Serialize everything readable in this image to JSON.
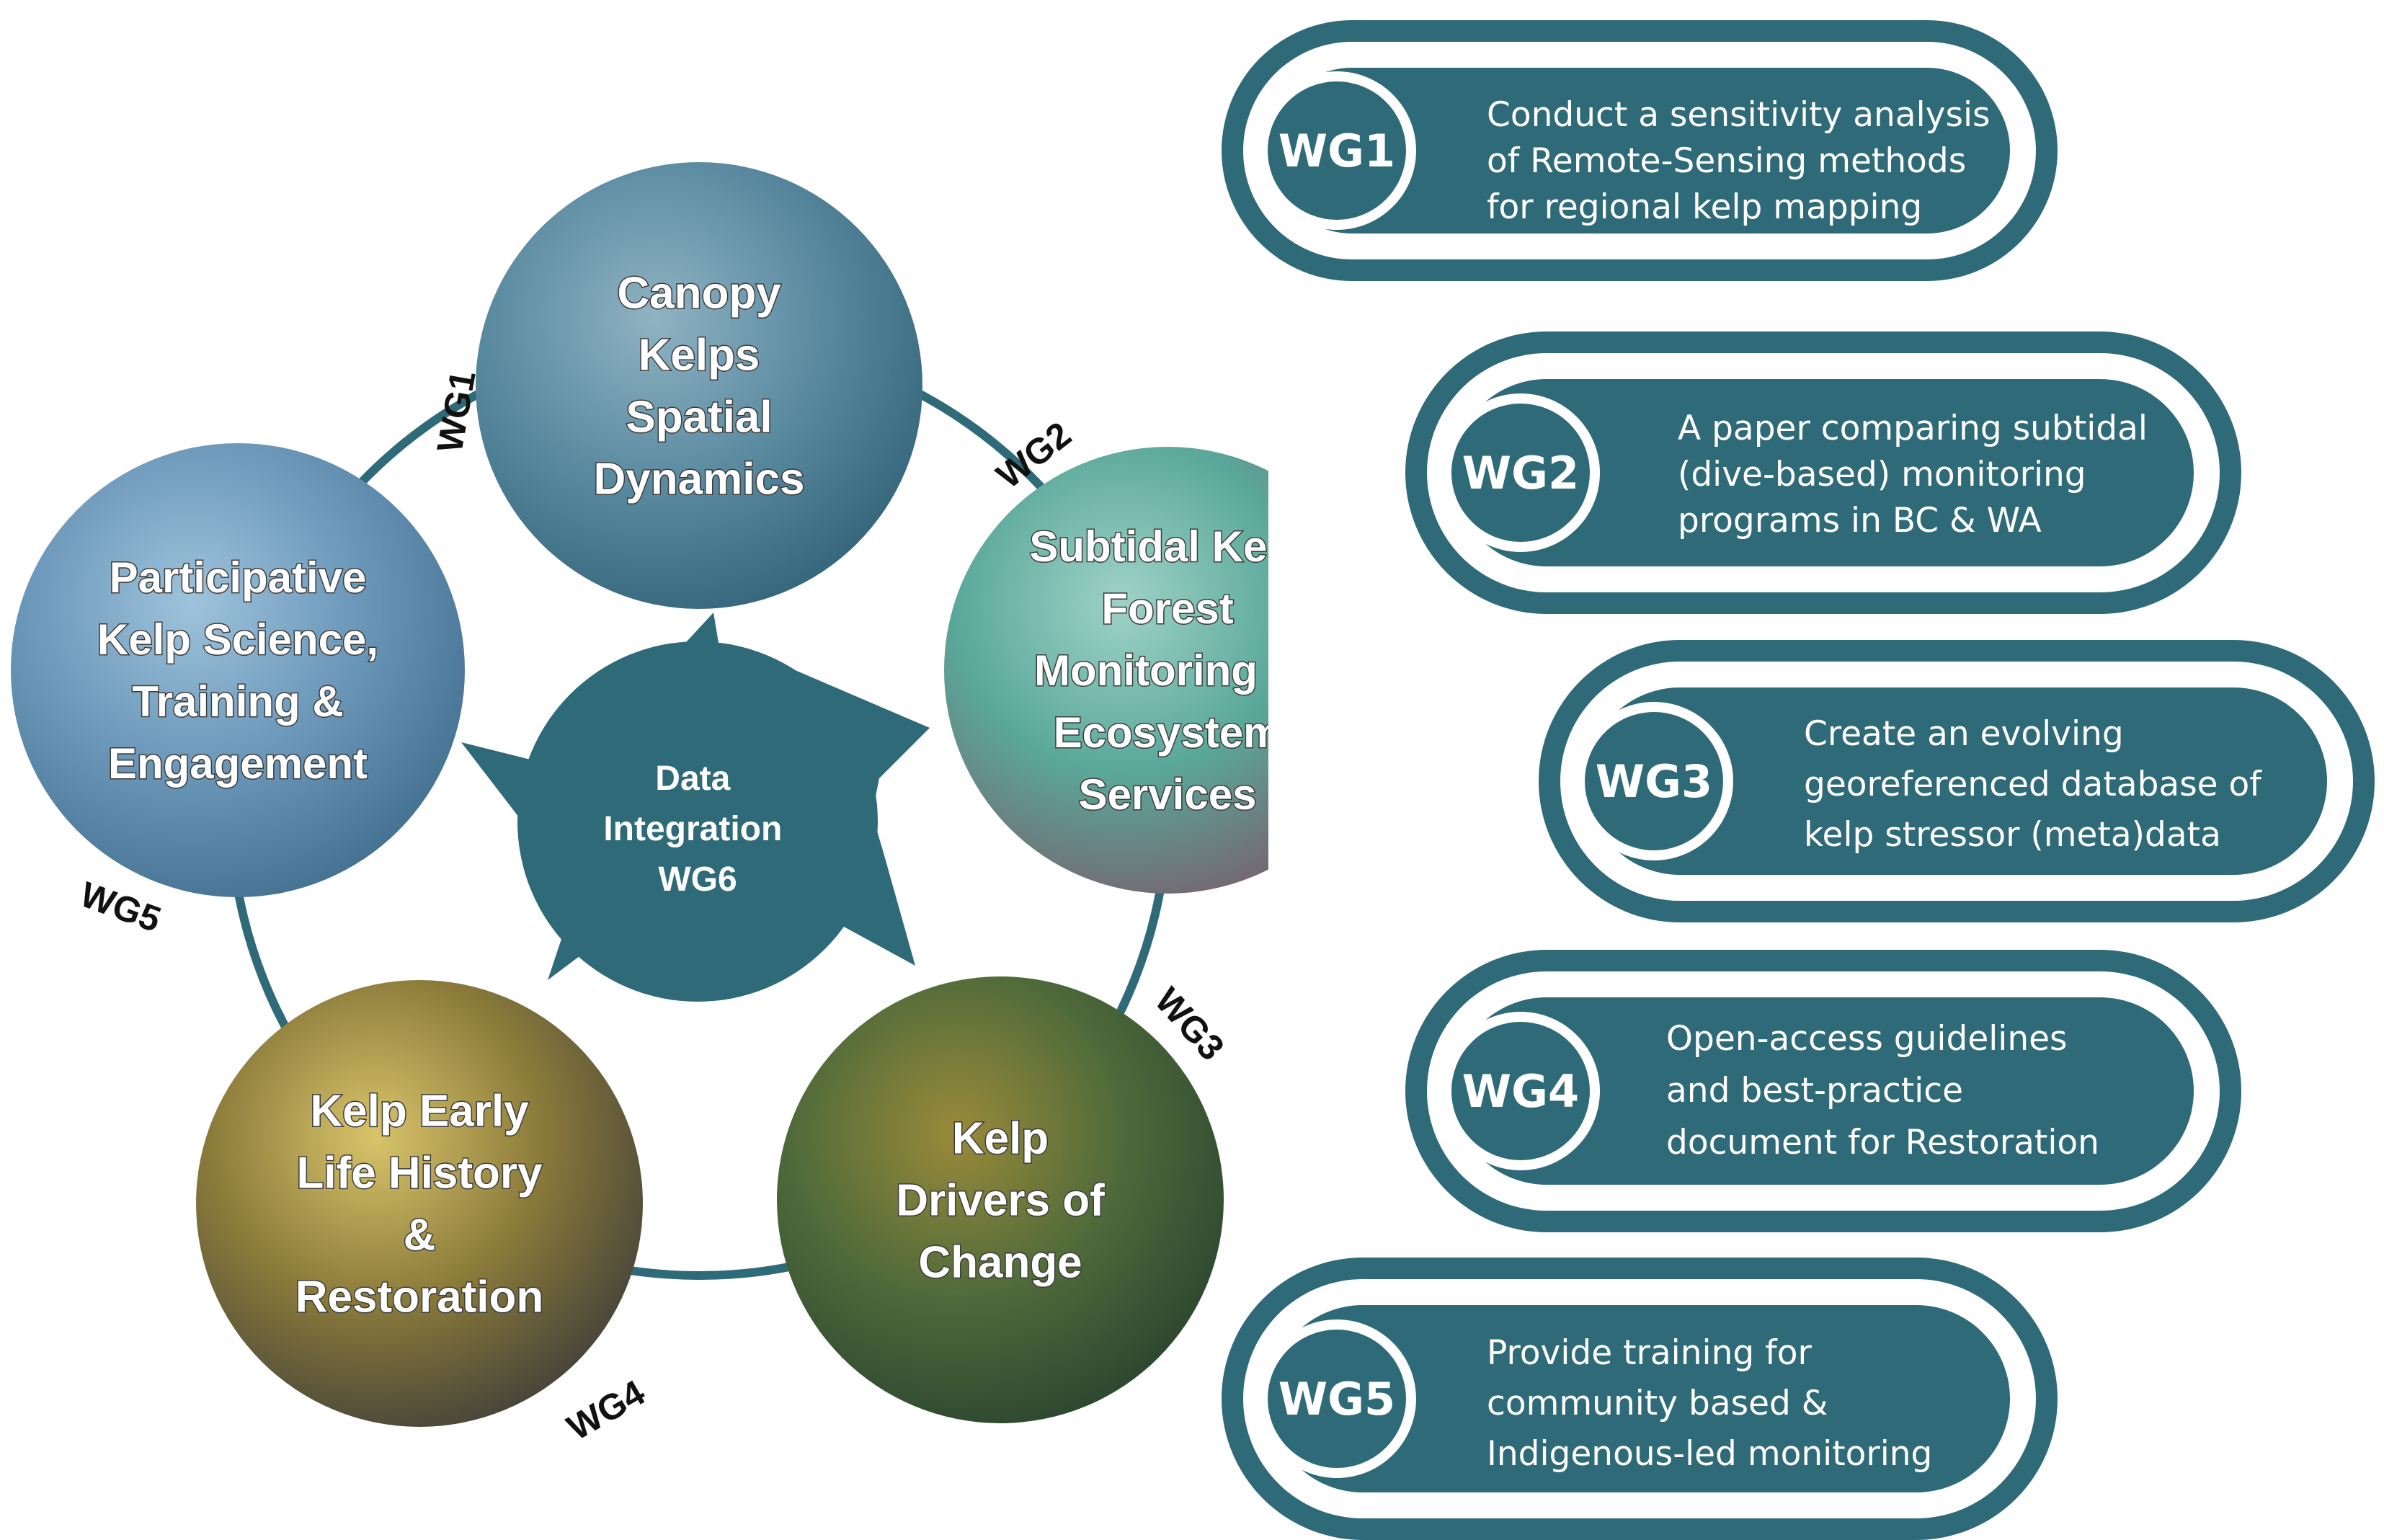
{
  "hub": {
    "lines": [
      "Data",
      "Integration",
      "WG6"
    ]
  },
  "circles": [
    {
      "id": "canopy",
      "lines": [
        "Canopy",
        "Kelps",
        "Spatial",
        "Dynamics"
      ],
      "group": "WG1",
      "bg": [
        "#8fb3c2",
        "#5a8aa0",
        "#2f5f74"
      ]
    },
    {
      "id": "subtidal",
      "lines": [
        "Subtidal Kelp",
        "Forest",
        "Monitoring &",
        "Ecosystem",
        "Services"
      ],
      "group": "WG2",
      "bg": [
        "#9fd2c8",
        "#5aa89a",
        "#7a5a6a"
      ]
    },
    {
      "id": "drivers",
      "lines": [
        "Kelp",
        "Drivers of",
        "Change"
      ],
      "group": "WG3",
      "bg": [
        "#9a8a3a",
        "#4e6a3a",
        "#26402e"
      ]
    },
    {
      "id": "early",
      "lines": [
        "Kelp Early",
        "Life History",
        "&",
        "Restoration"
      ],
      "group": "WG4",
      "bg": [
        "#d9c46a",
        "#8a7a3a",
        "#3a3a3a"
      ]
    },
    {
      "id": "participative",
      "lines": [
        "Participative",
        "Kelp Science,",
        "Training &",
        "Engagement"
      ],
      "group": "WG5",
      "bg": [
        "#9ec3dc",
        "#6a96b8",
        "#3e6a8a"
      ]
    }
  ],
  "arc_labels": [
    "WG1",
    "WG2",
    "WG3",
    "WG4",
    "WG5"
  ],
  "goals": [
    {
      "badge": "WG1",
      "text": "Conduct a sensitivity analysis\nof  Remote-Sensing methods\nfor regional kelp mapping"
    },
    {
      "badge": "WG2",
      "text": "A paper comparing subtidal\n(dive-based) monitoring\nprograms in BC & WA"
    },
    {
      "badge": "WG3",
      "text": "Create an evolving\ngeoreferenced database of\nkelp stressor (meta)data"
    },
    {
      "badge": "WG4",
      "text": "Open-access guidelines\nand best-practice\ndocument for Restoration"
    },
    {
      "badge": "WG5",
      "text": "Provide training for\ncommunity based &\nIndigenous-led monitoring"
    }
  ],
  "colors": {
    "teal": "#2e6a77",
    "white": "#ffffff"
  }
}
